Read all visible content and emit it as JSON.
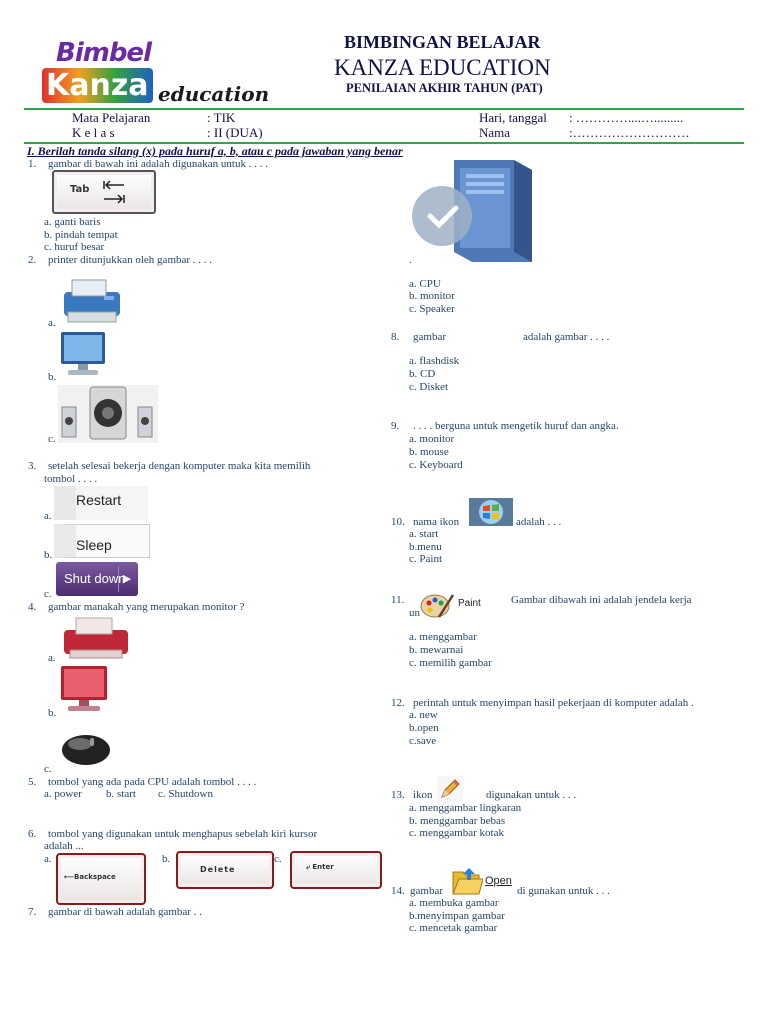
{
  "header": {
    "logo": {
      "line1": "Bimbel",
      "line2": "Kanza",
      "line3": "education"
    },
    "title1": "BIMBINGAN BELAJAR",
    "title2": "KANZA EDUCATION",
    "title3": "PENILAIAN AKHIR TAHUN (PAT)"
  },
  "info": {
    "subject_label": "Mata Pelajaran",
    "subject_value": ": TIK",
    "class_label": "K e l a s",
    "class_value": ": II (DUA)",
    "date_label": "Hari, tanggal",
    "date_value": ": …………....….........",
    "name_label": "Nama",
    "name_value": ":………………………"
  },
  "section_title": "I. Berilah tanda silang (x) pada huruf a, b, atau c pada jawaban yang benar",
  "images": {
    "tab_key": "Tab",
    "restart": "Restart",
    "sleep": "Sleep",
    "shutdown": "Shut down",
    "backspace": "Backspace",
    "delete": "Delete",
    "enter": "Enter",
    "paint": "Paint",
    "open": "Open"
  },
  "questions": {
    "q1": {
      "num": "1.",
      "text": "gambar di bawah ini adalah digunakan untuk . . . .",
      "a": "a. ganti baris",
      "b": "b. pindah tempat",
      "c": "c. huruf besar"
    },
    "q2": {
      "num": "2.",
      "text": "printer ditunjukkan oleh gambar . . . .",
      "a": "a.",
      "b": "b.",
      "c": "c."
    },
    "q3": {
      "num": "3.",
      "text": "setelah selesai bekerja dengan komputer maka kita memilih",
      "text2": "tombol . . . .",
      "a": "a.",
      "b": "b.",
      "c": "c."
    },
    "q4": {
      "num": "4.",
      "text": "gambar manakah yang merupakan monitor ?",
      "a": "a.",
      "b": "b.",
      "c": "c."
    },
    "q5": {
      "num": "5.",
      "text": "tombol yang ada pada CPU adalah tombol  . . . .",
      "a": "a. power",
      "b": "b. start",
      "c": "c. Shutdown"
    },
    "q6": {
      "num": "6.",
      "text": "tombol  yang digunakan untuk menghapus sebelah kiri kursor",
      "text2": "adalah ...",
      "a": "a.",
      "b": "b.",
      "c": "c."
    },
    "q7": {
      "num": "7.",
      "text": "gambar di bawah adalah gambar . .",
      "dot": ".",
      "a": "a. CPU",
      "b": "b. monitor",
      "c": "c. Speaker"
    },
    "q8": {
      "num": "8.",
      "text1": "gambar",
      "text2": "adalah gambar . . . .",
      "a": "a. flashdisk",
      "b": "b. CD",
      "c": "c. Disket"
    },
    "q9": {
      "num": "9.",
      "text": ". . . .  berguna untuk mengetik huruf dan angka.",
      "a": "a.  monitor",
      "b": "b. mouse",
      "c": "c. Keyboard"
    },
    "q10": {
      "num": "10.",
      "text1": "nama ikon",
      "text2": "adalah . . .",
      "a": "a. start",
      "b": "b.menu",
      "c": "c. Paint"
    },
    "q11": {
      "num": "11.",
      "text": "Gambar dibawah ini adalah jendela kerja",
      "text2": "un",
      "a": "a.  menggambar",
      "b": "b.  mewarnai",
      "c": "c.  memilih gambar"
    },
    "q12": {
      "num": "12.",
      "text": "perintah untuk menyimpan hasil pekerjaan di komputer adalah .",
      "a": "a. new",
      "b": "b.open",
      "c": "c.save"
    },
    "q13": {
      "num": "13.",
      "text1": "ikon",
      "text2": "digunakan untuk . . .",
      "a": "a. menggambar lingkaran",
      "b": "b. menggambar bebas",
      "c": "c. menggambar kotak"
    },
    "q14": {
      "num": "14.",
      "text1": "gambar",
      "text2": "di gunakan untuk . . .",
      "a": "a. membuka gambar",
      "b": "b.menyimpan gambar",
      "c": "c. mencetak gambar"
    }
  }
}
